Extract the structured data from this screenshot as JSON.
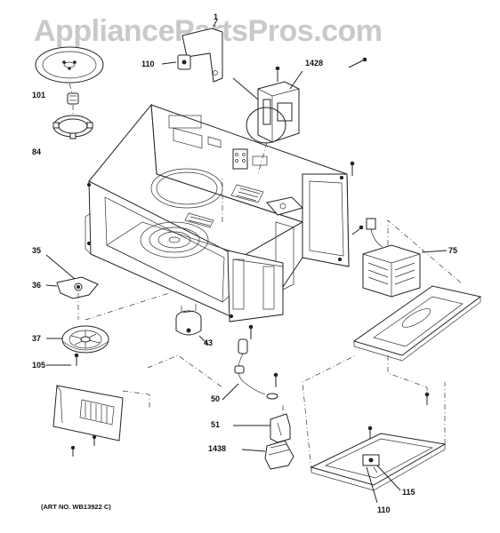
{
  "watermark": "AppliancePartsPros.com",
  "art_number": "(ART NO. WB13922 C)",
  "callouts": {
    "c1": "1",
    "c110_top": "110",
    "c1428": "1428",
    "c101": "101",
    "c84": "84",
    "c75": "75",
    "c35": "35",
    "c36": "36",
    "c37": "37",
    "c43": "43",
    "c105": "105",
    "c50": "50",
    "c51": "51",
    "c1438": "1438",
    "c115": "115",
    "c110_bottom": "110"
  }
}
